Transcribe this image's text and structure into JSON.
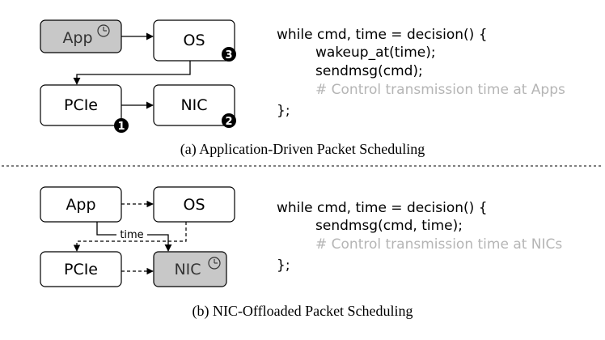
{
  "panel_a": {
    "nodes": {
      "app": "App",
      "os": "OS",
      "pcie": "PCIe",
      "nic": "NIC"
    },
    "markers": {
      "pcie": "1",
      "nic": "2",
      "os": "3"
    },
    "code": [
      "while cmd, time = decision() {",
      "wakeup_at(time);",
      "sendmsg(cmd);",
      "# Control transmission time at Apps",
      "};"
    ],
    "caption": "(a) Application-Driven Packet Scheduling"
  },
  "panel_b": {
    "nodes": {
      "app": "App",
      "os": "OS",
      "pcie": "PCIe",
      "nic": "NIC"
    },
    "time_label": "time",
    "code": [
      "while cmd, time = decision() {",
      "sendmsg(cmd, time);",
      "# Control transmission time at NICs",
      "};"
    ],
    "caption": "(b) NIC-Offloaded Packet Scheduling"
  },
  "colors": {
    "highlight_fill": "#c8c8c8",
    "comment": "#b5b5b5",
    "stroke": "#000000"
  },
  "icons": {
    "clock": "clock-icon"
  }
}
